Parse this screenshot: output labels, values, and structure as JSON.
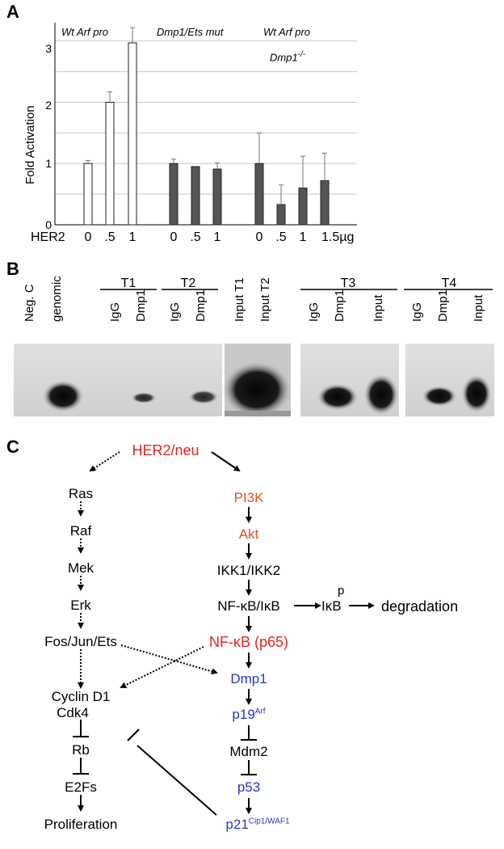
{
  "panel_a": {
    "letter": "A",
    "ylabel": "Fold Activation",
    "group_labels": {
      "g1": "Wt Arf pro",
      "g1_a": "Wt ",
      "g1_b": "Arf",
      "g1_c": " pro",
      "g2_a": "Dmp1/Ets",
      "g2_b": " mut",
      "g3_a": "Wt ",
      "g3_b": "Arf",
      "g3_c": " pro",
      "g3_sub": "Dmp1",
      "g3_sup": "-/-"
    },
    "yticks": [
      "0",
      "1",
      "2",
      "3"
    ],
    "xlabel_prefix": "HER2",
    "xticks": [
      "0",
      ".5",
      "1",
      "0",
      ".5",
      "1",
      "0",
      ".5",
      "1",
      "1.5µg"
    ],
    "colors": {
      "white_bar": "#ffffff",
      "dark_bar": "#555555"
    }
  },
  "chart_data": {
    "type": "bar",
    "title": "",
    "xlabel": "HER2",
    "ylabel": "Fold Activation",
    "ylim": [
      0,
      3.3
    ],
    "categories": [
      "0",
      ".5",
      "1",
      "0",
      ".5",
      "1",
      "0",
      ".5",
      "1",
      "1.5µg"
    ],
    "groups": [
      "Wt Arf pro",
      "Dmp1/Ets mut",
      "Wt Arf pro Dmp1-/-"
    ],
    "series": [
      {
        "group": "Wt Arf pro",
        "x": [
          "0",
          ".5",
          "1"
        ],
        "values": [
          1.0,
          2.0,
          2.97
        ],
        "errors": [
          0.05,
          0.17,
          0.25
        ]
      },
      {
        "group": "Dmp1/Ets mut",
        "x": [
          "0",
          ".5",
          "1"
        ],
        "values": [
          1.0,
          0.95,
          0.91
        ],
        "errors": [
          0.07,
          0.0,
          0.1
        ]
      },
      {
        "group": "Wt Arf pro Dmp1-/-",
        "x": [
          "0",
          ".5",
          "1",
          "1.5µg"
        ],
        "values": [
          1.0,
          0.33,
          0.6,
          0.72
        ],
        "errors": [
          0.5,
          0.32,
          0.52,
          0.45
        ]
      }
    ],
    "grid": true
  },
  "panel_b": {
    "letter": "B",
    "lane_headers": [
      "Neg. C",
      "genomic",
      "IgG",
      "Dmp1",
      "IgG",
      "Dmp1",
      "Input T1",
      "Input T2",
      "IgG",
      "Dmp1",
      "Input",
      "IgG",
      "Dmp1",
      "Input"
    ],
    "group_headers": [
      "T1",
      "T2",
      "T3",
      "T4"
    ]
  },
  "panel_c": {
    "letter": "C",
    "colors": {
      "red": "#e8231f",
      "orange": "#e0501e",
      "blue": "#2a35c9",
      "black": "#000000"
    },
    "nodes": {
      "her2": "HER2/neu",
      "ras": "Ras",
      "raf": "Raf",
      "mek": "Mek",
      "erk": "Erk",
      "fos": "Fos/Jun/Ets",
      "cyclin": "Cyclin D1",
      "cdk4": "Cdk4",
      "rb": "Rb",
      "e2fs": "E2Fs",
      "prolif": "Proliferation",
      "pi3k": "PI3K",
      "akt": "Akt",
      "ikk": "IKK1/IKK2",
      "nfkb_ikb": "NF-κB/IκB",
      "ikb": "IκB",
      "ikb_p": "p",
      "degradation": "degradation",
      "nfkb_p65": "NF-κB (p65)",
      "dmp1": "Dmp1",
      "p19": "p19",
      "p19_sup": "Arf",
      "mdm2": "Mdm2",
      "p53": "p53",
      "p21": "p21",
      "p21_sup": "Cip1/WAF1"
    }
  }
}
